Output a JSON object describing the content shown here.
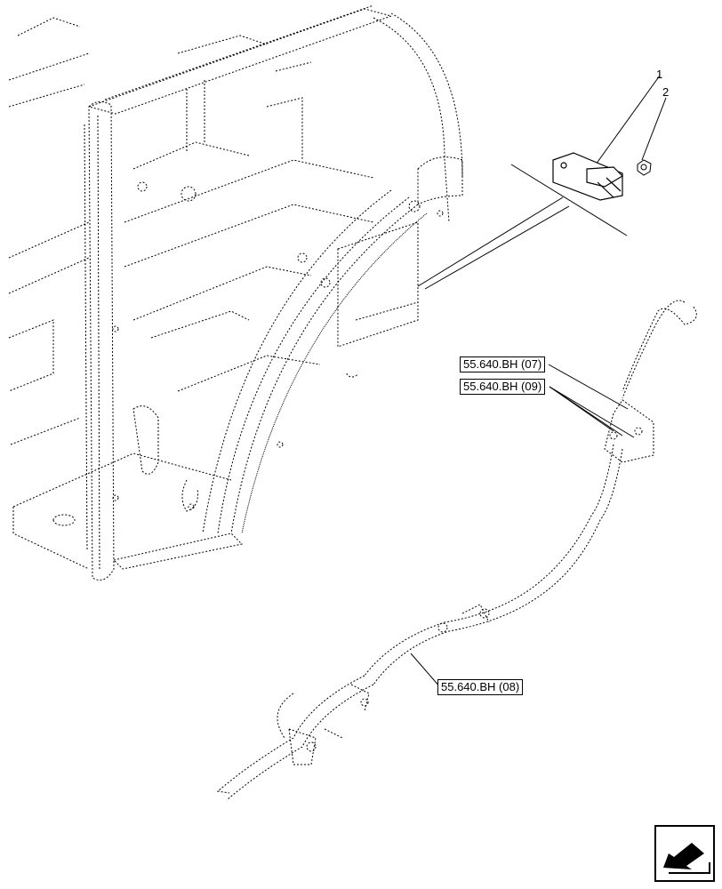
{
  "diagram": {
    "references": {
      "ref_07": "55.640.BH (07)",
      "ref_09": "55.640.BH (09)",
      "ref_08": "55.640.BH (08)"
    },
    "callouts": {
      "item_1": "1",
      "item_2": "2"
    },
    "nav_icon": "next-page-arrow-icon",
    "colors": {
      "line": "#000000",
      "background": "#ffffff"
    }
  }
}
